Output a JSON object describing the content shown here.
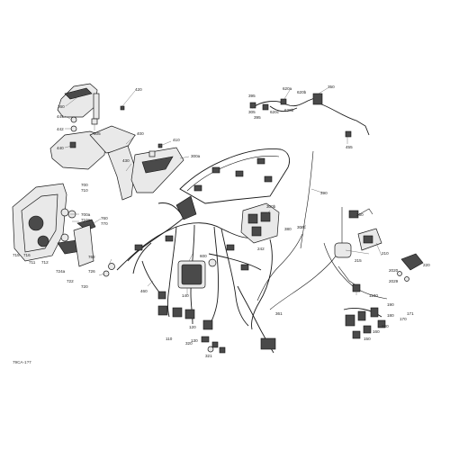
{
  "figure_code": "79CA-1?7",
  "part_labels": [
    {
      "id": "260",
      "text": "260"
    },
    {
      "id": "444",
      "text": "444"
    },
    {
      "id": "442",
      "text": "442"
    },
    {
      "id": "440",
      "text": "440"
    },
    {
      "id": "305",
      "text": "305"
    },
    {
      "id": "420",
      "text": "420"
    },
    {
      "id": "400",
      "text": "400"
    },
    {
      "id": "410",
      "text": "410"
    },
    {
      "id": "430",
      "text": "430"
    },
    {
      "id": "300a",
      "text": "300a"
    },
    {
      "id": "395",
      "text": "395"
    },
    {
      "id": "620a",
      "text": "620a"
    },
    {
      "id": "620b_top",
      "text": "620b"
    },
    {
      "id": "350",
      "text": "350"
    },
    {
      "id": "390",
      "text": "390"
    },
    {
      "id": "305b",
      "text": "305"
    },
    {
      "id": "395b",
      "text": "395"
    },
    {
      "id": "620c",
      "text": "620c"
    },
    {
      "id": "620b",
      "text": "620b"
    },
    {
      "id": "455",
      "text": "455"
    },
    {
      "id": "700",
      "text": "700"
    },
    {
      "id": "710",
      "text": "710"
    },
    {
      "id": "700a",
      "text": "700a"
    },
    {
      "id": "710a",
      "text": "710a"
    },
    {
      "id": "760",
      "text": "760"
    },
    {
      "id": "770",
      "text": "770"
    },
    {
      "id": "715",
      "text": "715"
    },
    {
      "id": "716",
      "text": "716"
    },
    {
      "id": "711",
      "text": "711"
    },
    {
      "id": "712",
      "text": "712"
    },
    {
      "id": "724a",
      "text": "724a"
    },
    {
      "id": "762",
      "text": "762"
    },
    {
      "id": "726",
      "text": "726"
    },
    {
      "id": "722",
      "text": "722"
    },
    {
      "id": "720",
      "text": "720"
    },
    {
      "id": "300b",
      "text": "300b"
    },
    {
      "id": "300c",
      "text": "300c"
    },
    {
      "id": "380",
      "text": "380"
    },
    {
      "id": "360",
      "text": "360"
    },
    {
      "id": "242",
      "text": "242"
    },
    {
      "id": "600",
      "text": "600"
    },
    {
      "id": "140",
      "text": "140"
    },
    {
      "id": "460",
      "text": "460"
    },
    {
      "id": "215",
      "text": "215"
    },
    {
      "id": "210",
      "text": "210"
    },
    {
      "id": "220",
      "text": "220"
    },
    {
      "id": "2020",
      "text": "2020"
    },
    {
      "id": "2029",
      "text": "2029"
    },
    {
      "id": "1100",
      "text": "1100"
    },
    {
      "id": "361",
      "text": "361"
    },
    {
      "id": "110",
      "text": "110"
    },
    {
      "id": "120",
      "text": "120"
    },
    {
      "id": "130",
      "text": "130"
    },
    {
      "id": "190",
      "text": "190"
    },
    {
      "id": "180",
      "text": "180"
    },
    {
      "id": "171",
      "text": "171"
    },
    {
      "id": "170",
      "text": "170"
    },
    {
      "id": "160",
      "text": "160"
    },
    {
      "id": "150",
      "text": "150"
    },
    {
      "id": "230",
      "text": "230"
    },
    {
      "id": "320",
      "text": "320"
    },
    {
      "id": "321",
      "text": "321"
    }
  ]
}
